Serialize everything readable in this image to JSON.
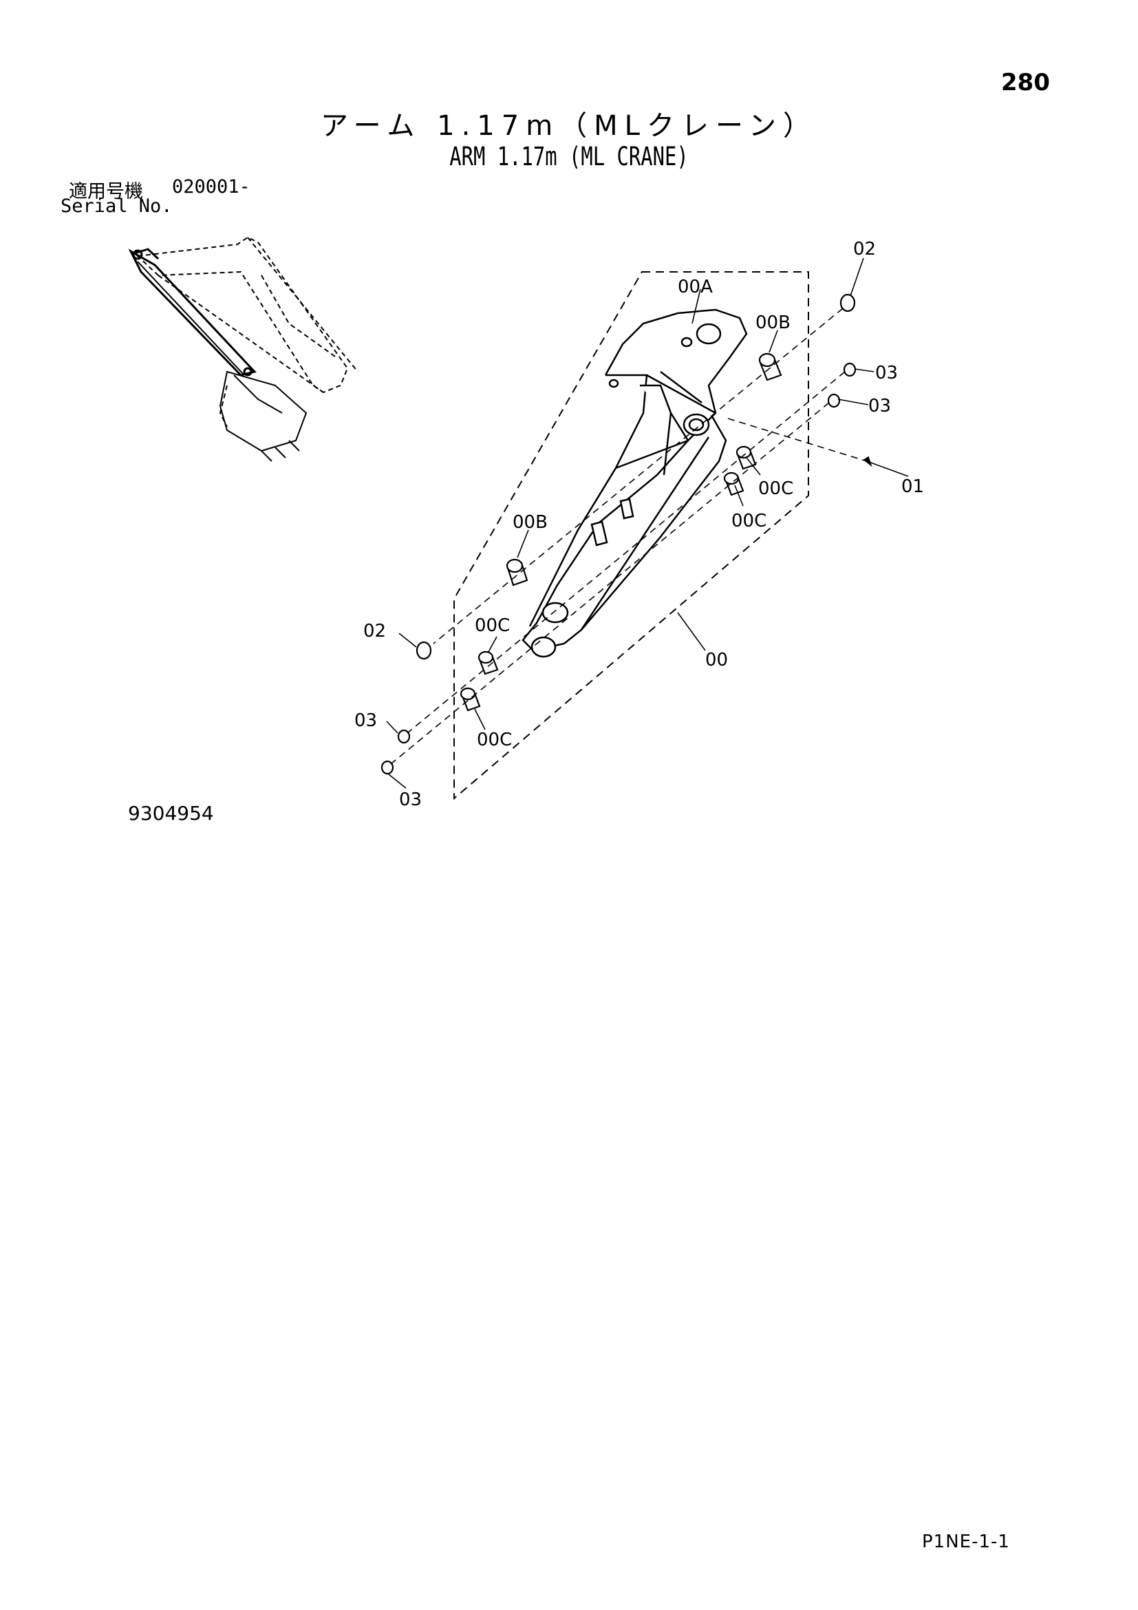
{
  "page_number": "280",
  "title_jp": "アーム 1.17m（MLクレーン）",
  "title_en": "ARM 1.17m (ML CRANE)",
  "serial": {
    "label_jp": "適用号機",
    "value": "020001-",
    "label_en": "Serial No."
  },
  "drawing_number": "9304954",
  "page_code": "P1NE-1-1",
  "callouts": {
    "c02_top": "02",
    "c00A": "00A",
    "c00B_top": "00B",
    "c03_a": "03",
    "c03_b": "03",
    "c01": "01",
    "c00C_a": "00C",
    "c00C_b": "00C",
    "c00B_left": "00B",
    "c02_left": "02",
    "c00C_c": "00C",
    "c00": "00",
    "c03_c": "03",
    "c00C_d": "00C",
    "c03_d": "03"
  }
}
